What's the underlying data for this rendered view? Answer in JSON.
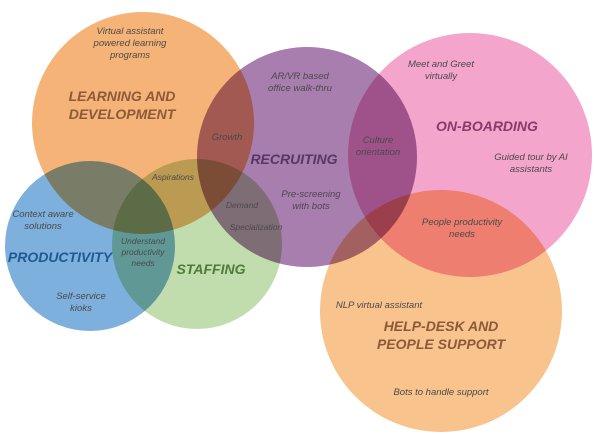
{
  "circles": [
    {
      "id": "learning",
      "color": "#F5A864",
      "title_lines": [
        "LEARNING AND",
        "DEVELOPMENT"
      ],
      "title_color": "#8A5A3A"
    },
    {
      "id": "recruiting",
      "color": "#8E5A96",
      "title_lines": [
        "RECRUITING"
      ],
      "title_color": "#5A3666"
    },
    {
      "id": "onboarding",
      "color": "#F08EBE",
      "title_lines": [
        "ON-BOARDING"
      ],
      "title_color": "#8A3A6A"
    },
    {
      "id": "productivity",
      "color": "#5D9CD3",
      "title_lines": [
        "PRODUCTIVITY"
      ],
      "title_color": "#1E5A92"
    },
    {
      "id": "staffing",
      "color": "#A8CF8A",
      "title_lines": [
        "STAFFING"
      ],
      "title_color": "#4E7A3A"
    },
    {
      "id": "helpdesk",
      "color": "#F8B979",
      "title_lines": [
        "HELP-DESK AND",
        "PEOPLE SUPPORT"
      ],
      "title_color": "#8A5A3A"
    }
  ],
  "labels": {
    "learning_programs": [
      "Virtual assistant",
      "powered learning",
      "programs"
    ],
    "growth": [
      "Growth"
    ],
    "aspirations": [
      "Aspirations"
    ],
    "walkthru": [
      "AR/VR based",
      "office walk-thru"
    ],
    "culture": [
      "Culture",
      "orientation"
    ],
    "prescreening": [
      "Pre-screening",
      "with bots"
    ],
    "demand": [
      "Demand"
    ],
    "specialization": [
      "Specialization"
    ],
    "meet_greet": [
      "Meet and Greet",
      "virtually"
    ],
    "guided_tour": [
      "Guided tour by AI",
      "assistants"
    ],
    "people_productivity": [
      "People productivity",
      "needs"
    ],
    "context_aware": [
      "Context aware",
      "solutions"
    ],
    "understand_productivity": [
      "Understand",
      "productivity",
      "needs"
    ],
    "self_service": [
      "Self-service",
      "kioks"
    ],
    "nlp_assistant": [
      "NLP virtual assistant"
    ],
    "bots_support": [
      "Bots to handle support"
    ]
  }
}
